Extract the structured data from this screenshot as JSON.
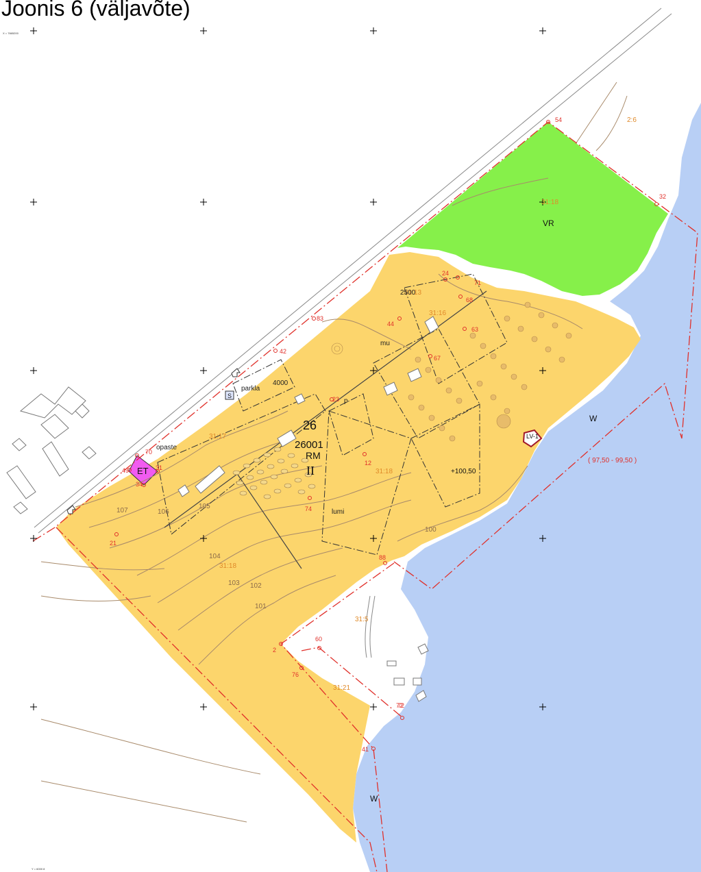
{
  "title": "Joonis 6 (väljavõte)",
  "colors": {
    "residential": "#fcd56c",
    "green_area": "#86f04a",
    "water": "#b8cff5",
    "technical": "#f15bf0",
    "boundary_red": "#e0302a",
    "contour": "#a88a6a",
    "building_outline": "#777777"
  },
  "zones": {
    "main_code": "26",
    "main_id": "26001",
    "main_type": "RM",
    "main_class": "II",
    "green_code": "VR",
    "water_code_1": "W",
    "water_code_2": "W",
    "tech_code": "ET",
    "station_code": "LV-1",
    "water_level_range": "( 97,50 - 99,50 )",
    "elevation_mark": "+100,50"
  },
  "parcels": [
    "31:17",
    "31:18",
    "31:18",
    "31:18",
    "31:5",
    "31:21",
    "31:16",
    "31:13",
    "2:6"
  ],
  "point_numbers": [
    "54",
    "32",
    "24",
    "71",
    "68",
    "63",
    "67",
    "44",
    "83",
    "42",
    "23",
    "12",
    "74",
    "88",
    "21",
    "70",
    "49",
    "31",
    "34",
    "72",
    "2",
    "60",
    "76",
    "72",
    "41"
  ],
  "contour_labels": [
    "107",
    "106",
    "105",
    "104",
    "103",
    "102",
    "101",
    "100"
  ],
  "area_labels": [
    "2500",
    "4000"
  ],
  "text_labels": {
    "opaste": "opaste",
    "parkla": "parkla",
    "mu": "mu",
    "p": "p",
    "lumi": "lumi",
    "s_symbol": "S"
  },
  "corner_texts": [
    "X = 7665200",
    "Y = 6000 8"
  ]
}
